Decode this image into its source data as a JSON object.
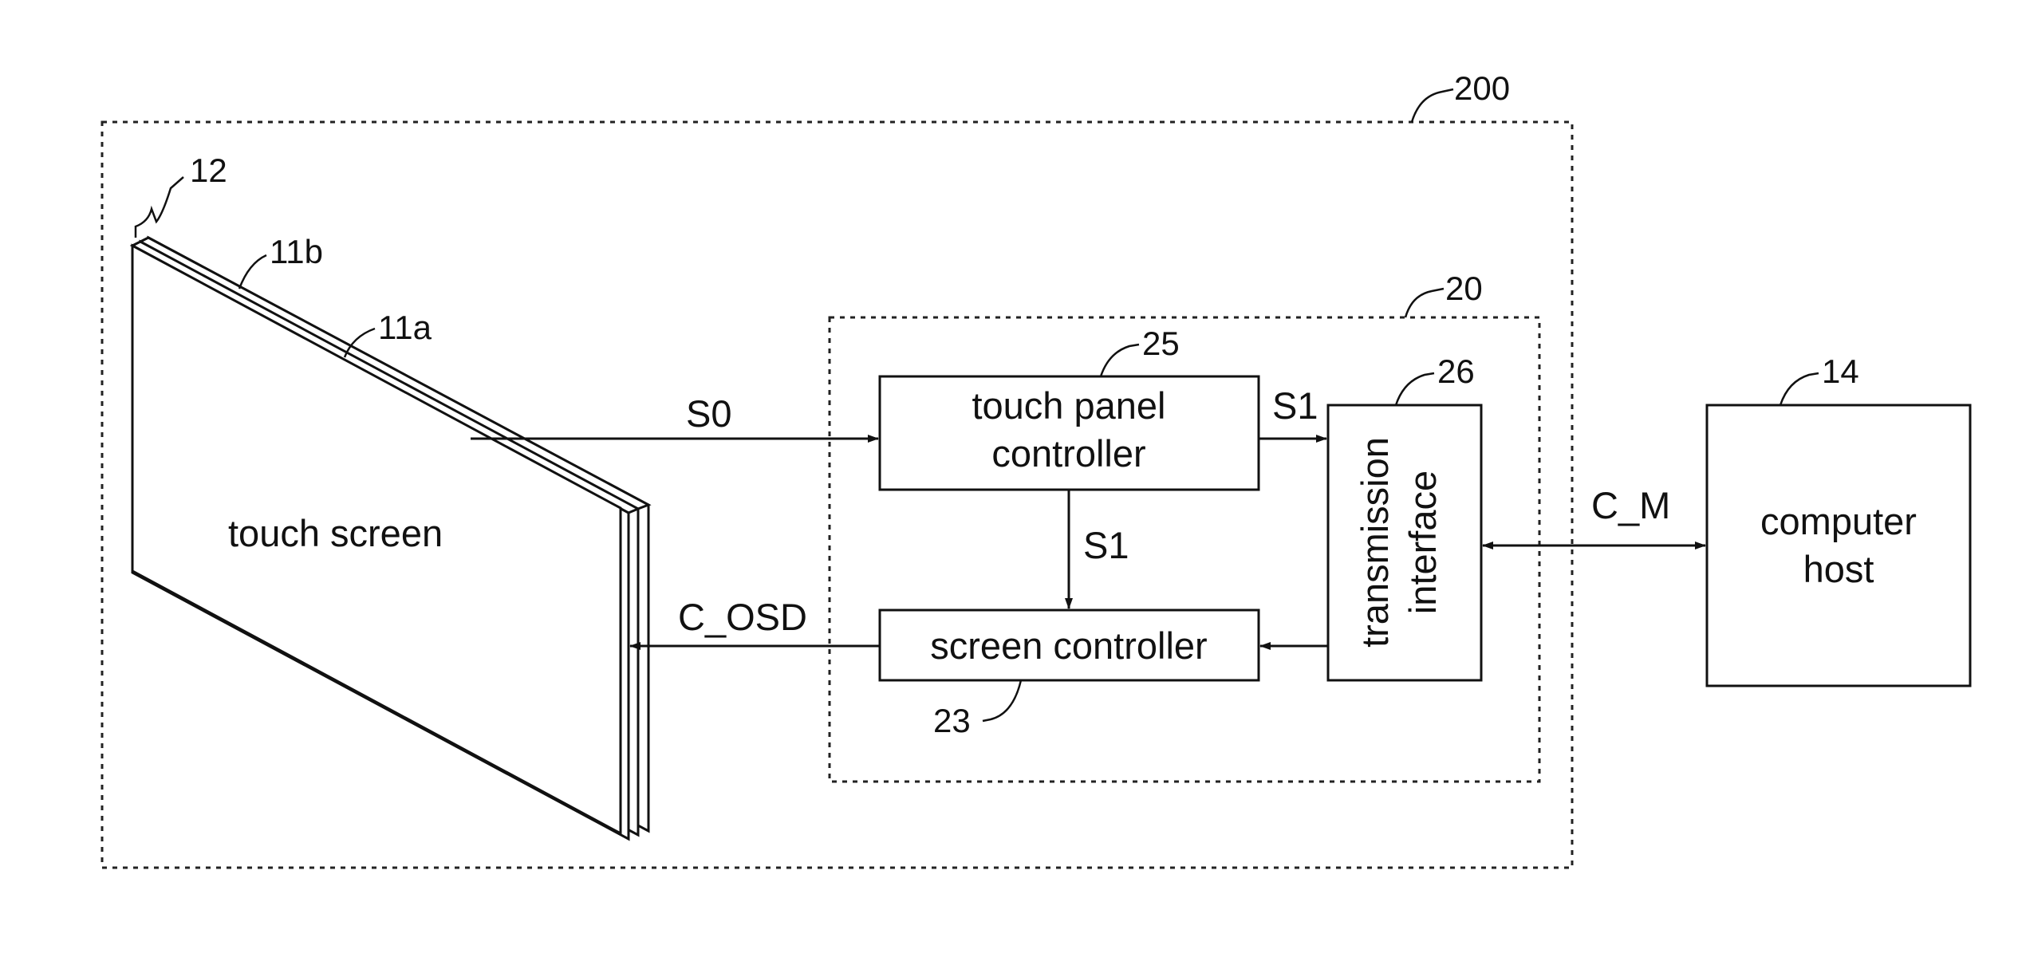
{
  "refs": {
    "outer_system": "200",
    "controller_board": "20",
    "layer_12": "12",
    "layer_11b": "11b",
    "layer_11a": "11a",
    "touch_panel_controller": "25",
    "transmission_interface": "26",
    "screen_controller": "23",
    "computer_host": "14"
  },
  "blocks": {
    "touch_screen": "touch screen",
    "touch_panel_controller_l1": "touch panel",
    "touch_panel_controller_l2": "controller",
    "screen_controller": "screen controller",
    "transmission_interface_l1": "transmission",
    "transmission_interface_l2": "interface",
    "computer_host_l1": "computer",
    "computer_host_l2": "host"
  },
  "signals": {
    "s0": "S0",
    "s1_right": "S1",
    "s1_down": "S1",
    "c_osd": "C_OSD",
    "c_m": "C_M"
  }
}
